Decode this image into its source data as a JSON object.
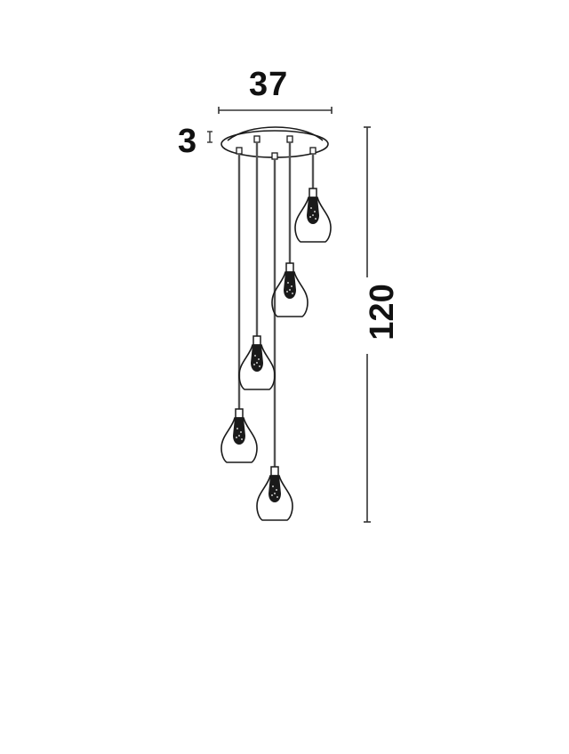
{
  "drawing": {
    "subject": "5-light cascade pendant lamp dimension drawing",
    "dimensions": {
      "width": "37",
      "canopy_height": "3",
      "overall_height": "120"
    },
    "pendant_count": 5,
    "colors": {
      "line": "#1a1a1a",
      "cord": "#555555",
      "background": "#ffffff"
    }
  }
}
